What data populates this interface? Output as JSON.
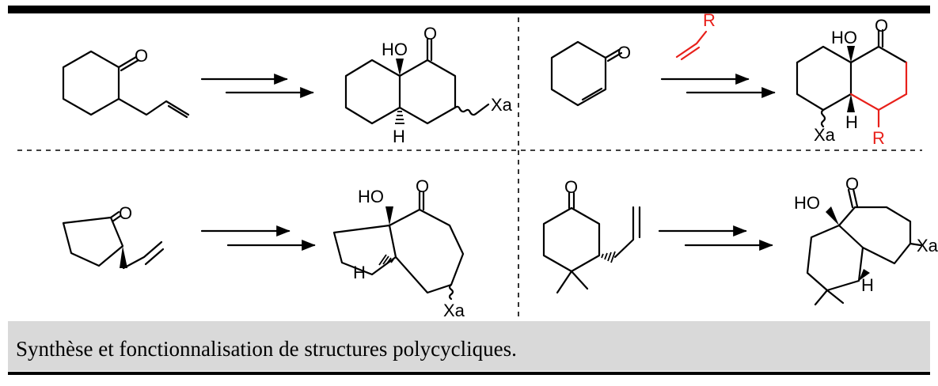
{
  "caption": "Synthèse et fonctionnalisation de structures polycycliques.",
  "labels": {
    "oxo": "O",
    "hydroxy": "HO",
    "hydrogen": "H",
    "xa": "Xa",
    "r": "R"
  },
  "colors": {
    "highlight": "#e8201a",
    "caption_background": "#d9d9d9",
    "rule": "#000000"
  }
}
